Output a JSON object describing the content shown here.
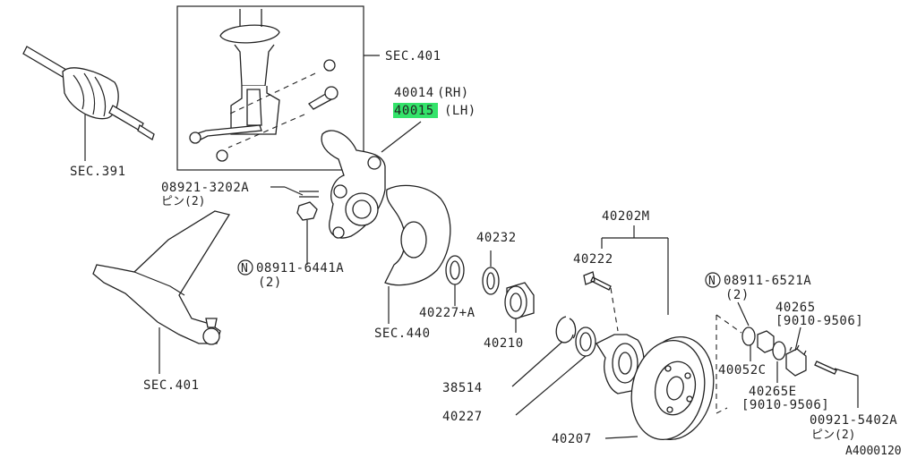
{
  "labels": {
    "sec401_top": "SEC.401",
    "p40014": "40014",
    "p40014_side": "(RH)",
    "p40015": "40015",
    "p40015_side": "(LH)",
    "sec391": "SEC.391",
    "p08921_3202a": "08921-3202A",
    "pin2_a": "ピン(2)",
    "n08911_6441a": "08911-6441A",
    "qty2_a": "(2)",
    "sec401_bottom": "SEC.401",
    "p40232": "40232",
    "p40227a": "40227+A",
    "p40210": "40210",
    "sec440": "SEC.440",
    "p40202m": "40202M",
    "p40222": "40222",
    "p38514": "38514",
    "p40227": "40227",
    "p40207": "40207",
    "n08911_6521a": "08911-6521A",
    "qty2_b": "(2)",
    "p40265": "40265",
    "p40265_date": "[9010-9506]",
    "p40052c": "40052C",
    "p40265e": "40265E",
    "p40265e_date": "[9010-9506]",
    "p00921_5402a": "00921-5402A",
    "pin2_b": "ピン(2)",
    "figure_id": "A4000120",
    "circle_n": "N"
  },
  "colors": {
    "highlight": "#33e36a",
    "ink": "#222222"
  }
}
